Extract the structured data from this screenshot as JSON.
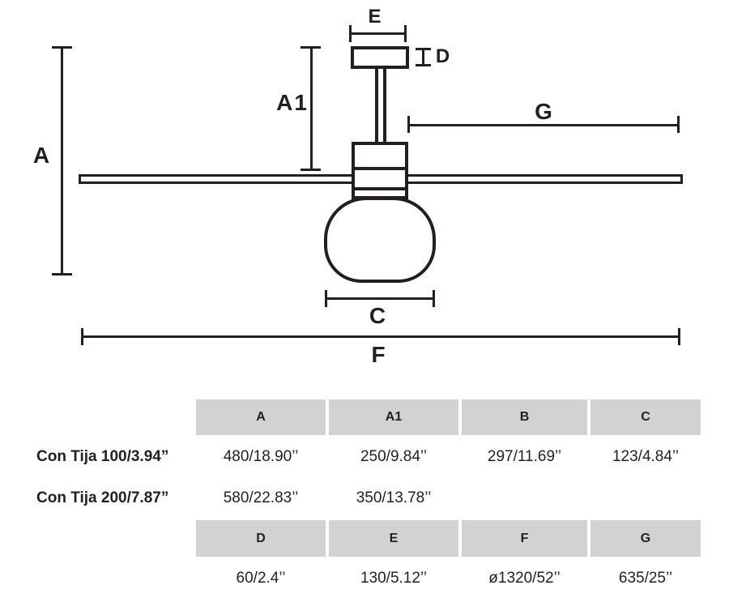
{
  "diagram": {
    "labels": {
      "A": "A",
      "A1": "A1",
      "C": "C",
      "D": "D",
      "E": "E",
      "F": "F",
      "G": "G"
    }
  },
  "table": {
    "columns_top": [
      "A",
      "A1",
      "B",
      "C"
    ],
    "columns_bottom": [
      "D",
      "E",
      "F",
      "G"
    ],
    "rows": [
      {
        "label": "Con Tija 100/3.94”",
        "A": "480/18.90’’",
        "A1": "250/9.84’’",
        "B": "297/11.69’’",
        "C": "123/4.84’’"
      },
      {
        "label": "Con Tija 200/7.87”",
        "A": "580/22.83’’",
        "A1": "350/13.78’’",
        "B": "",
        "C": ""
      }
    ],
    "bottom_values": {
      "D": "60/2.4’’",
      "E": "130/5.12’’",
      "F": "ø1320/52’’",
      "G": "635/25’’"
    }
  },
  "colors": {
    "ink": "#231f20",
    "header_bg": "#d2d2d2",
    "background": "#ffffff"
  }
}
